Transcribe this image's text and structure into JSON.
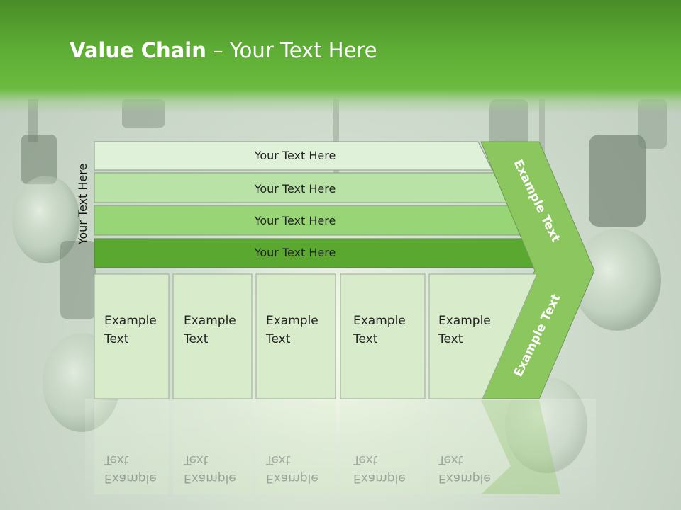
{
  "title": {
    "bold": "Value Chain",
    "rest": " – Your Text Here"
  },
  "side_label": "Your Text Here",
  "bands": [
    {
      "label": "Your Text Here",
      "color": "#dff1d9"
    },
    {
      "label": "Your Text Here",
      "color": "#b8e2a6"
    },
    {
      "label": "Your Text Here",
      "color": "#97d577"
    },
    {
      "label": "Your Text Here",
      "color": "#5aa830"
    }
  ],
  "boxes": [
    {
      "line1": "Example",
      "line2": "Text"
    },
    {
      "line1": "Example",
      "line2": "Text"
    },
    {
      "line1": "Example",
      "line2": "Text"
    },
    {
      "line1": "Example",
      "line2": "Text"
    },
    {
      "line1": "Example",
      "line2": "Text"
    }
  ],
  "arrow": {
    "upper_label": "Example Text",
    "lower_label": "Example Text",
    "color": "#8cc65f"
  },
  "colors": {
    "header": "#5eae35",
    "box_fill": "#d8eccb",
    "box_border": "#9aa89a"
  }
}
